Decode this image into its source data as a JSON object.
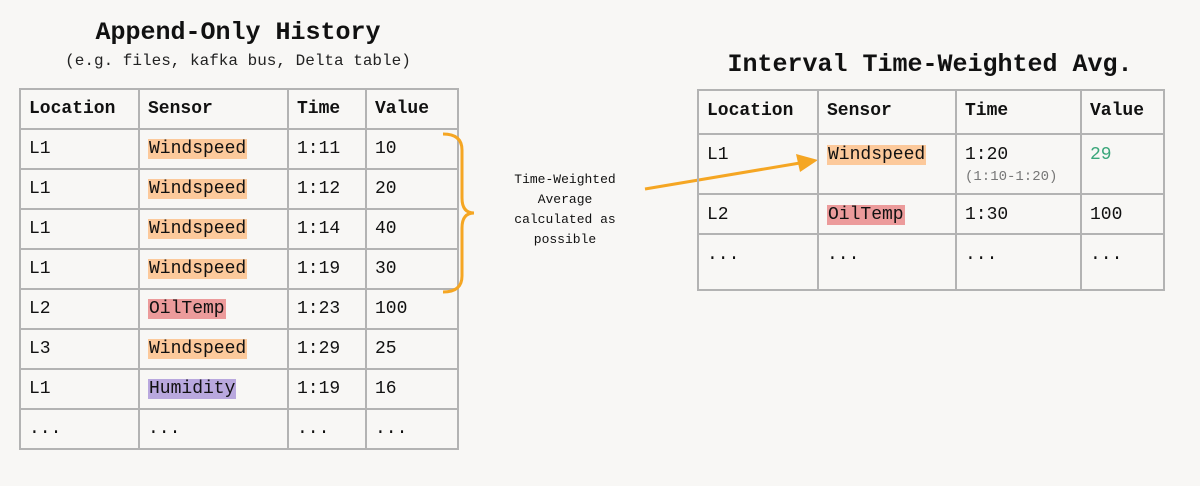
{
  "left": {
    "title": "Append-Only History",
    "subtitle": "(e.g. files, kafka bus, Delta table)",
    "headers": [
      "Location",
      "Sensor",
      "Time",
      "Value"
    ],
    "rows": [
      [
        "L1",
        "Windspeed",
        "1:11",
        "10"
      ],
      [
        "L1",
        "Windspeed",
        "1:12",
        "20"
      ],
      [
        "L1",
        "Windspeed",
        "1:14",
        "40"
      ],
      [
        "L1",
        "Windspeed",
        "1:19",
        "30"
      ],
      [
        "L2",
        "OilTemp",
        "1:23",
        "100"
      ],
      [
        "L3",
        "Windspeed",
        "1:29",
        "25"
      ],
      [
        "L1",
        "Humidity",
        "1:19",
        "16"
      ],
      [
        "...",
        "...",
        "...",
        "..."
      ]
    ]
  },
  "note": [
    "Time-Weighted",
    "Average",
    "calculated as",
    "possible"
  ],
  "right": {
    "title": "Interval Time-Weighted Avg.",
    "headers": [
      "Location",
      "Sensor",
      "Time",
      "Value"
    ],
    "rows": [
      [
        "L1",
        "Windspeed",
        "1:20",
        "29",
        "(1:10-1:20)"
      ],
      [
        "L2",
        "OilTemp",
        "1:30",
        "100"
      ],
      [
        "...",
        "...",
        "...",
        "..."
      ]
    ]
  },
  "colors": {
    "windspeed": "#fcc99b",
    "oiltemp": "#ec9b9b",
    "humidity": "#b9a8de",
    "accent": "#f5a623",
    "green": "#3aa67a"
  }
}
